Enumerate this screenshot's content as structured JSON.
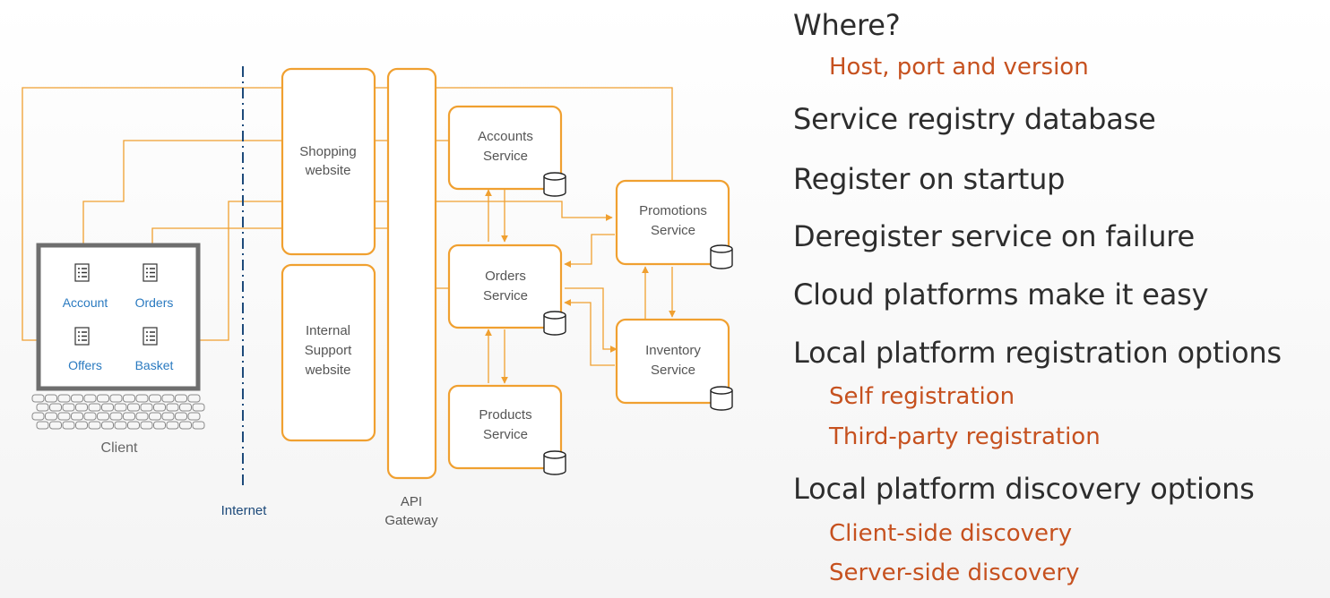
{
  "diagram": {
    "client": {
      "label": "Client",
      "screen_items": [
        "Account",
        "Orders",
        "Offers",
        "Basket"
      ]
    },
    "internet_label": "Internet",
    "websites": {
      "shopping": [
        "Shopping",
        "website"
      ],
      "internal": [
        "Internal",
        "Support",
        "website"
      ]
    },
    "gateway": [
      "API",
      "Gateway"
    ],
    "services": {
      "accounts": [
        "Accounts",
        "Service"
      ],
      "orders": [
        "Orders",
        "Service"
      ],
      "products": [
        "Products",
        "Service"
      ],
      "promotions": [
        "Promotions",
        "Service"
      ],
      "inventory": [
        "Inventory",
        "Service"
      ]
    }
  },
  "bullets": [
    {
      "level": 1,
      "text": "Where?"
    },
    {
      "level": 2,
      "text": "Host, port and version"
    },
    {
      "level": 1,
      "text": "Service registry database"
    },
    {
      "level": 1,
      "text": "Register on startup"
    },
    {
      "level": 1,
      "text": "Deregister service on failure"
    },
    {
      "level": 1,
      "text": "Cloud platforms make it easy"
    },
    {
      "level": 1,
      "text": "Local platform registration options"
    },
    {
      "level": 2,
      "text": "Self registration"
    },
    {
      "level": 2,
      "text": "Third-party registration"
    },
    {
      "level": 1,
      "text": "Local platform discovery options"
    },
    {
      "level": 2,
      "text": "Client-side discovery"
    },
    {
      "level": 2,
      "text": "Server-side discovery"
    }
  ],
  "colors": {
    "orange": "#f0a030",
    "orange_text": "#c6511f",
    "blue": "#2a7ac0",
    "navy": "#1d4a7a",
    "gray_text": "#555555",
    "dark_text": "#2d2d2d"
  }
}
